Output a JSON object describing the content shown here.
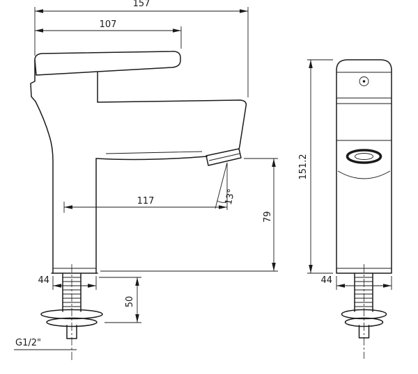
{
  "drawing": {
    "type": "faucet-technical-drawing",
    "background": "#ffffff",
    "line_color": "#1a1a1a",
    "dimensions": {
      "overall_length": "157",
      "handle_length": "107",
      "spout_reach": "117",
      "spout_angle": "13°",
      "outlet_height": "79",
      "body_height": "151.2",
      "base_width_front": "44",
      "shank_length": "50",
      "base_width_side": "44",
      "thread_size": "G1/2\""
    }
  }
}
